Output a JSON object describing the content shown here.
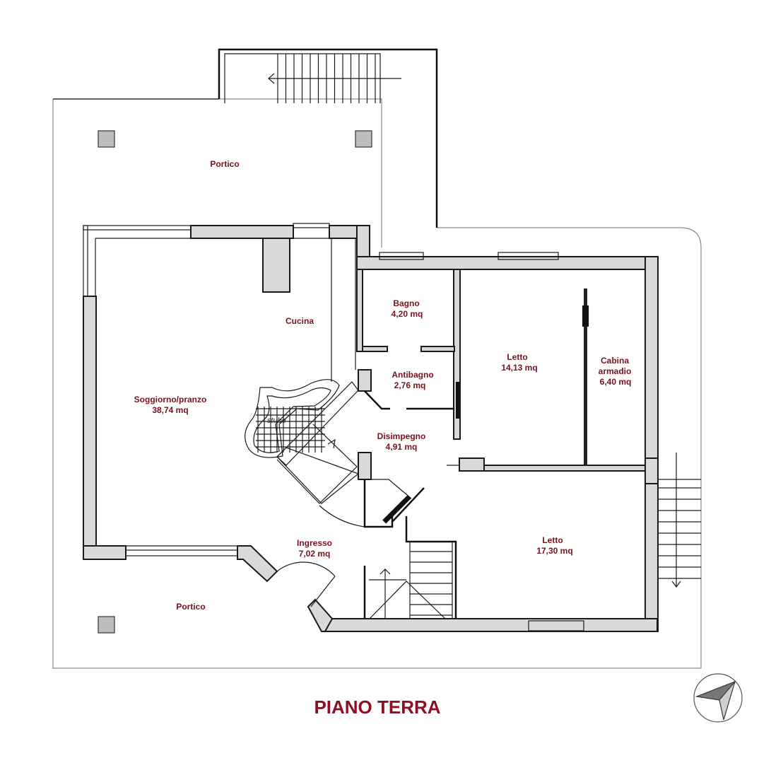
{
  "title": "PIANO TERRA",
  "rooms": [
    {
      "id": "portico-north",
      "name": "Portico",
      "area": ""
    },
    {
      "id": "cucina",
      "name": "Cucina",
      "area": ""
    },
    {
      "id": "soggiorno",
      "name": "Soggiorno/pranzo",
      "area": "38,74 mq"
    },
    {
      "id": "bagno",
      "name": "Bagno",
      "area": "4,20 mq"
    },
    {
      "id": "antibagno",
      "name": "Antibagno",
      "area": "2,76 mq"
    },
    {
      "id": "letto-1",
      "name": "Letto",
      "area": "14,13 mq"
    },
    {
      "id": "cabina",
      "name": "Cabina",
      "name2": "armadio",
      "area": "6,40 mq"
    },
    {
      "id": "disimpegno",
      "name": "Disimpegno",
      "area": "4,91 mq"
    },
    {
      "id": "ingresso",
      "name": "Ingresso",
      "area": "7,02 mq"
    },
    {
      "id": "letto-2",
      "name": "Letto",
      "area": "17,30 mq"
    },
    {
      "id": "portico-south",
      "name": "Portico",
      "area": ""
    }
  ],
  "stube_label": "stube",
  "colors": {
    "label": "#7a1020",
    "title": "#8b1024",
    "wall_fill": "#d9d9d9",
    "line": "#1a1a1a"
  },
  "icons": {
    "compass": "compass-icon",
    "stair_arrow": "arrow-icon"
  }
}
